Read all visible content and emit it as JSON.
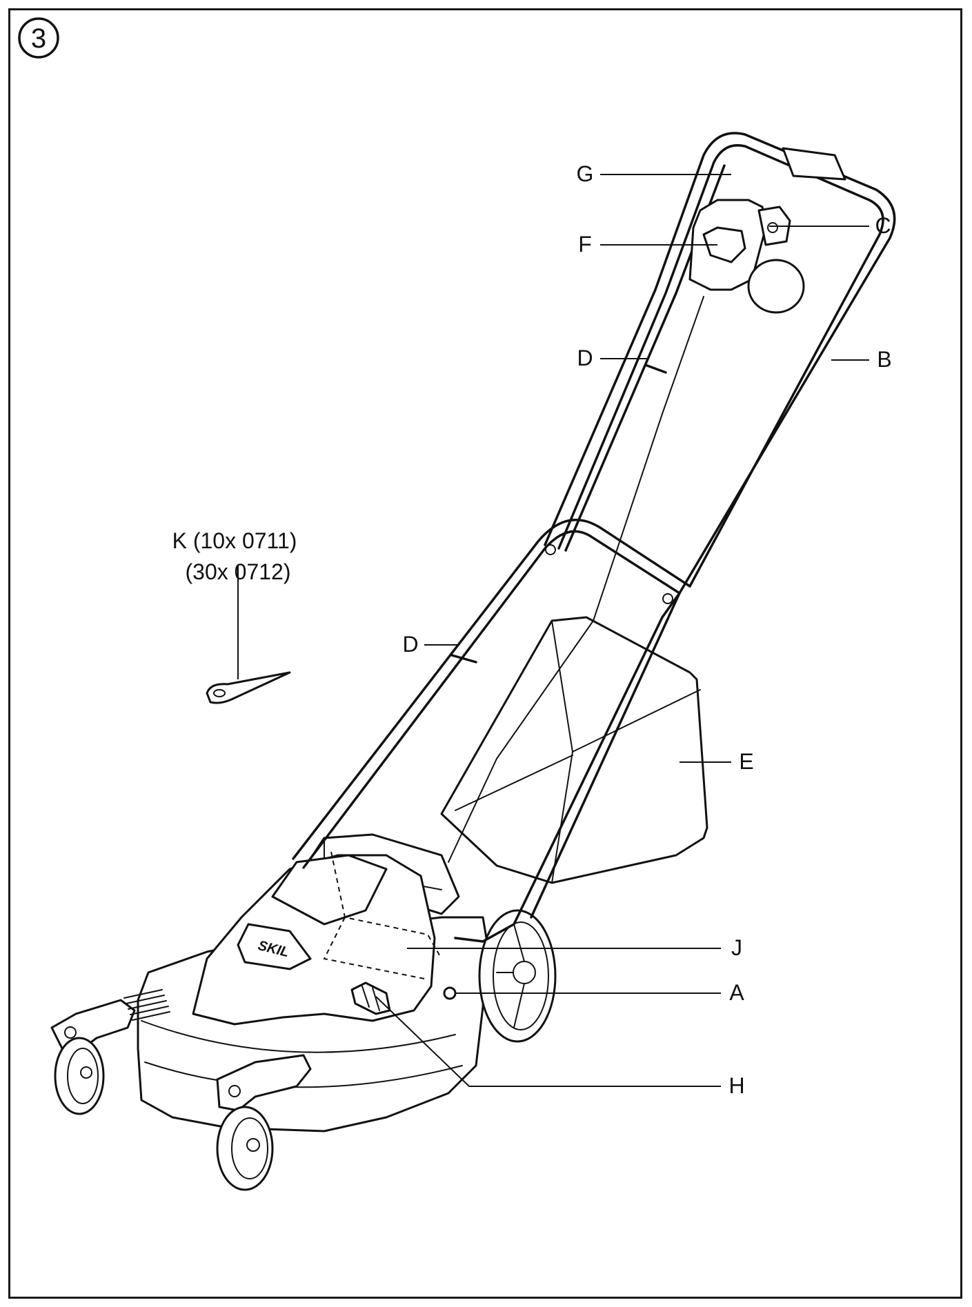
{
  "figure": {
    "number": "3",
    "brand": "SKIL"
  },
  "labels": {
    "A": "A",
    "B": "B",
    "C": "C",
    "D_upper": "D",
    "D_lower": "D",
    "E": "E",
    "F": "F",
    "G": "G",
    "H": "H",
    "J": "J",
    "K_line1": "K (10x 0711)",
    "K_line2": "(30x 0712)"
  }
}
